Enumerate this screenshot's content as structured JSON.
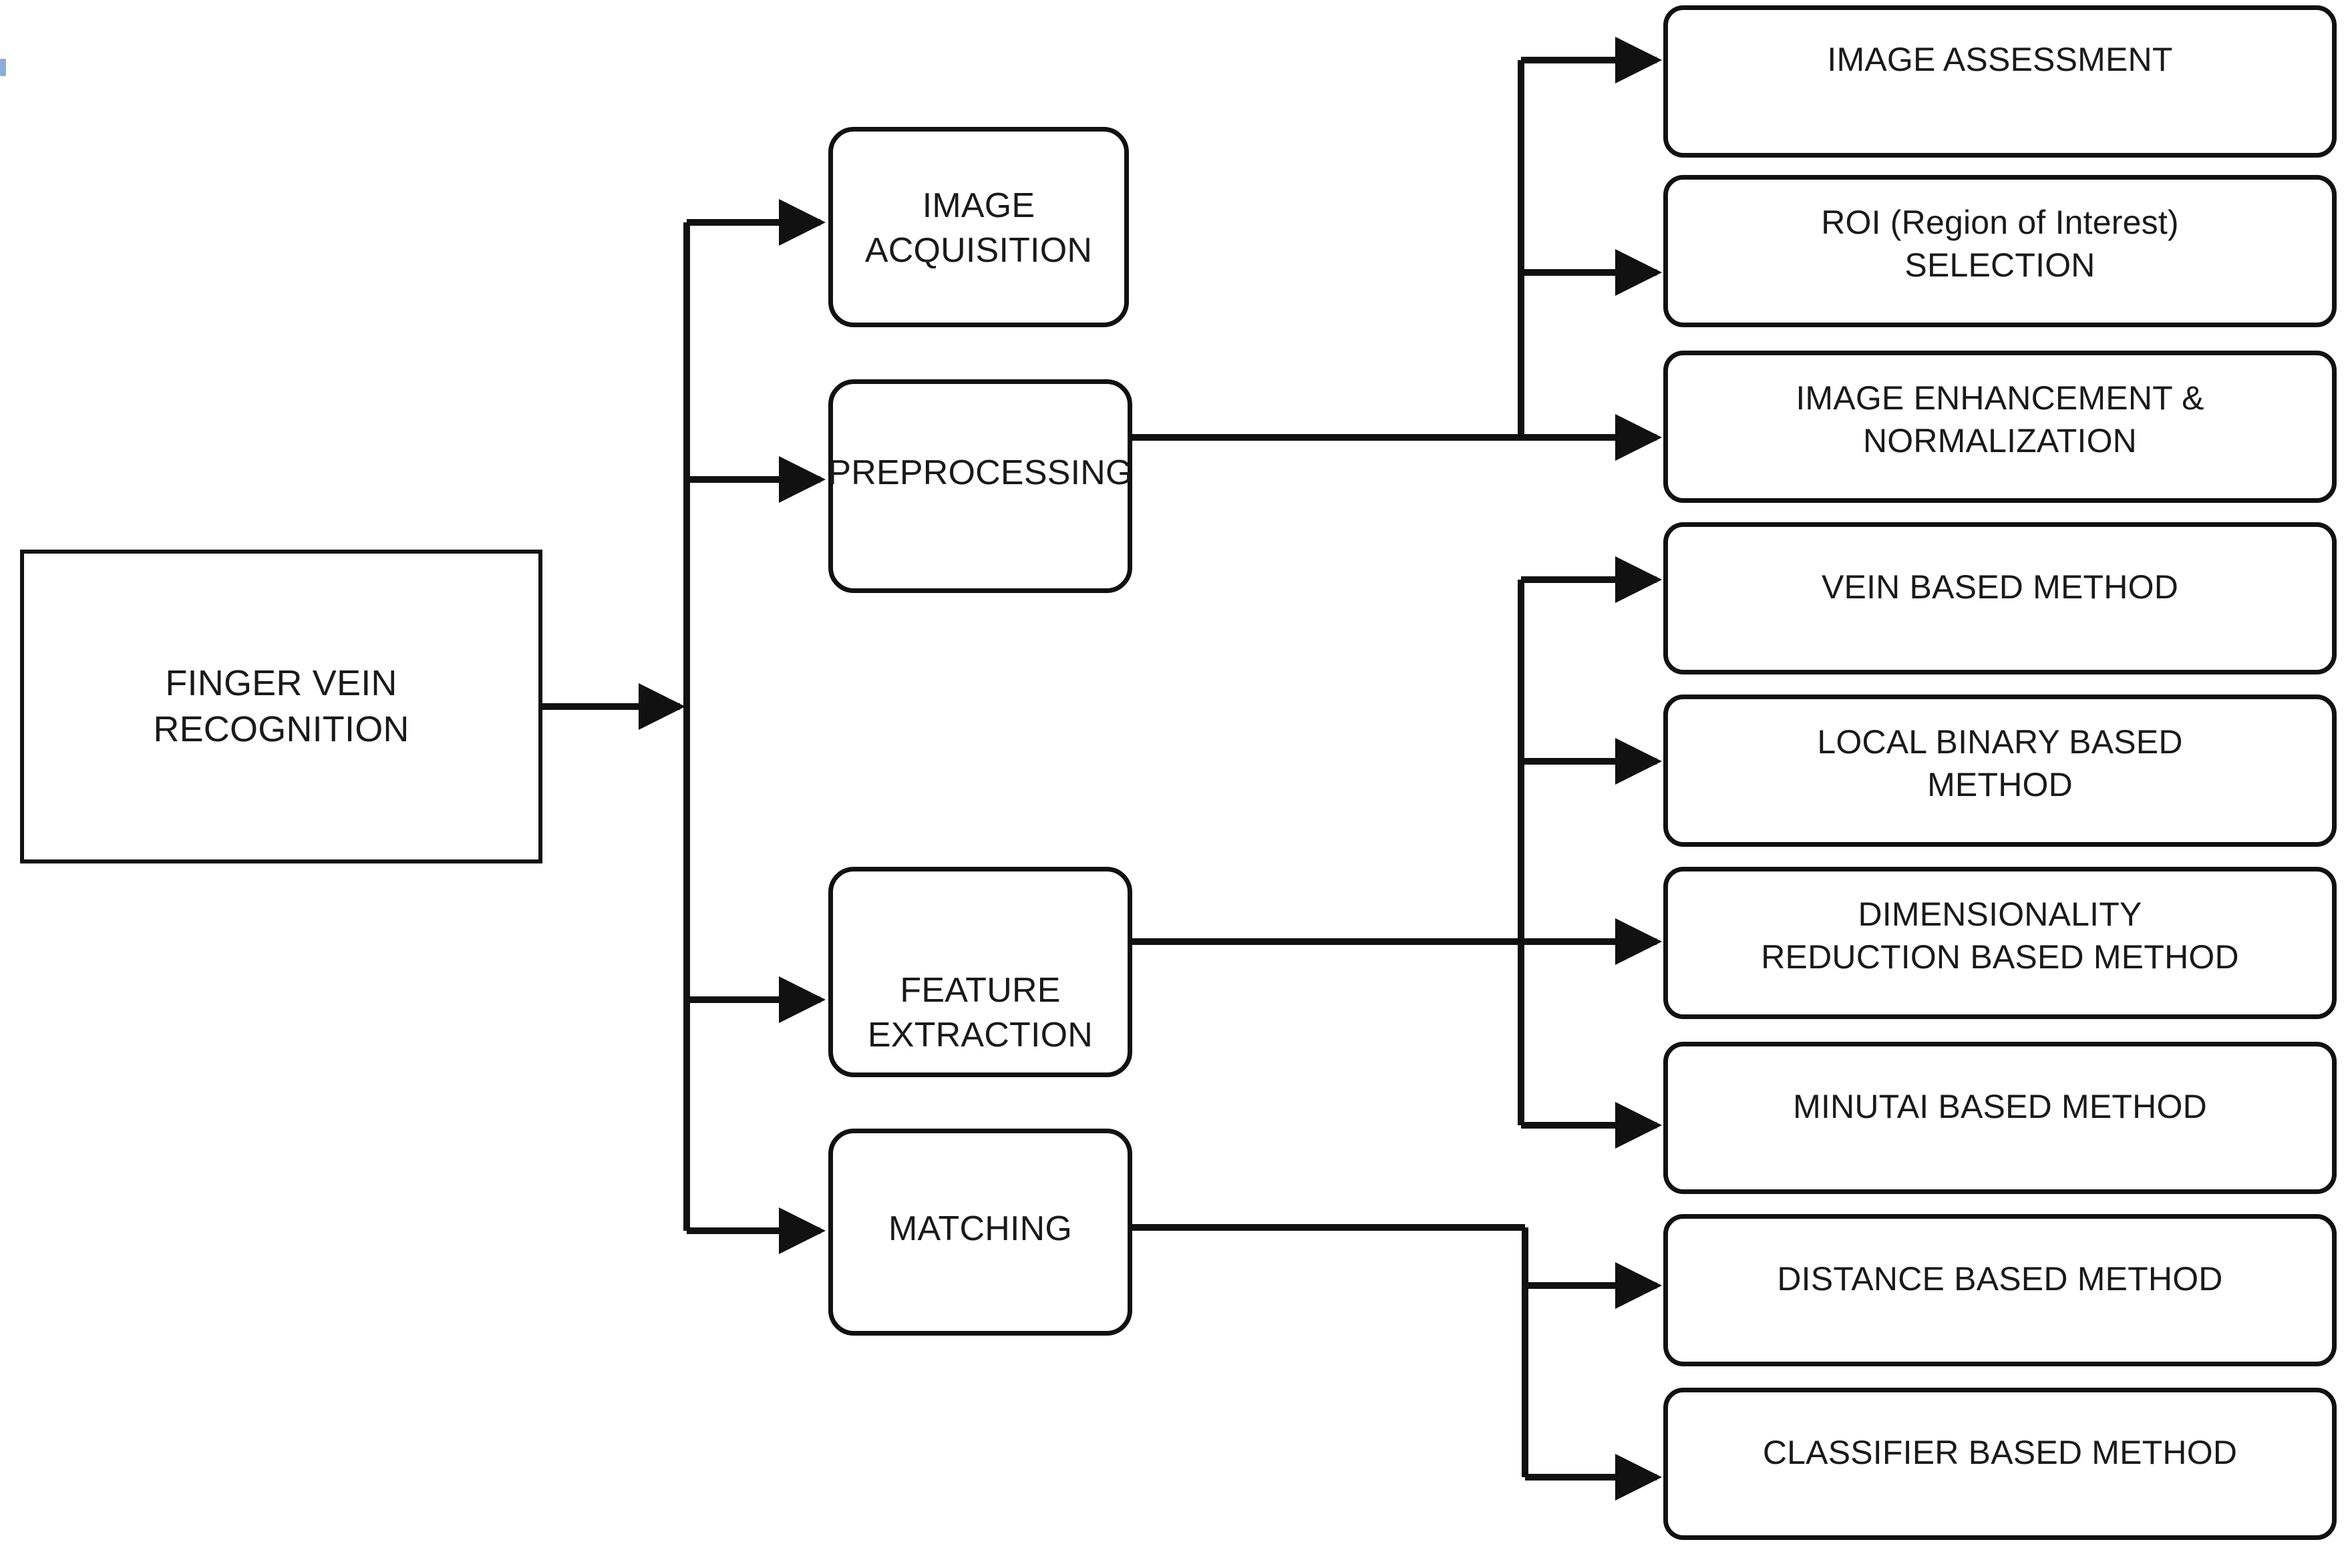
{
  "diagram": {
    "type": "flowchart",
    "title_node": "FINGER VEIN RECOGNITION",
    "orientation": "left-to-right",
    "line_color": "#111111",
    "box_fill": "#ffffff",
    "text_color": "#1a1a1a",
    "root": {
      "label": "FINGER VEIN\nRECOGNITION"
    },
    "stages": [
      {
        "label": "IMAGE ACQUISITION"
      },
      {
        "label": "PREPROCESSING"
      },
      {
        "label": "FEATURE EXTRACTION"
      },
      {
        "label": "MATCHING"
      }
    ],
    "methods": [
      {
        "label": "IMAGE ASSESSMENT",
        "parent": "PREPROCESSING"
      },
      {
        "label": "ROI (Region of Interest)\nSELECTION",
        "parent": "PREPROCESSING"
      },
      {
        "label": "IMAGE ENHANCEMENT &\nNORMALIZATION",
        "parent": "PREPROCESSING"
      },
      {
        "label": "VEIN BASED METHOD",
        "parent": "FEATURE EXTRACTION"
      },
      {
        "label": "LOCAL BINARY BASED\nMETHOD",
        "parent": "FEATURE EXTRACTION"
      },
      {
        "label": "DIMENSIONALITY\nREDUCTION BASED METHOD",
        "parent": "FEATURE EXTRACTION"
      },
      {
        "label": "MINUTAI BASED METHOD",
        "parent": "FEATURE EXTRACTION"
      },
      {
        "label": "DISTANCE BASED METHOD",
        "parent": "MATCHING"
      },
      {
        "label": "CLASSIFIER BASED METHOD",
        "parent": "MATCHING"
      }
    ],
    "edges": [
      {
        "from": "FINGER VEIN RECOGNITION",
        "to": "IMAGE ACQUISITION"
      },
      {
        "from": "FINGER VEIN RECOGNITION",
        "to": "PREPROCESSING"
      },
      {
        "from": "FINGER VEIN RECOGNITION",
        "to": "FEATURE EXTRACTION"
      },
      {
        "from": "FINGER VEIN RECOGNITION",
        "to": "MATCHING"
      },
      {
        "from": "PREPROCESSING",
        "to": "IMAGE ASSESSMENT"
      },
      {
        "from": "PREPROCESSING",
        "to": "ROI (Region of Interest) SELECTION"
      },
      {
        "from": "PREPROCESSING",
        "to": "IMAGE ENHANCEMENT & NORMALIZATION"
      },
      {
        "from": "FEATURE EXTRACTION",
        "to": "VEIN BASED METHOD"
      },
      {
        "from": "FEATURE EXTRACTION",
        "to": "LOCAL BINARY BASED METHOD"
      },
      {
        "from": "FEATURE EXTRACTION",
        "to": "DIMENSIONALITY REDUCTION BASED METHOD"
      },
      {
        "from": "FEATURE EXTRACTION",
        "to": "MINUTAI BASED METHOD"
      },
      {
        "from": "MATCHING",
        "to": "DISTANCE BASED METHOD"
      },
      {
        "from": "MATCHING",
        "to": "CLASSIFIER BASED METHOD"
      }
    ]
  }
}
